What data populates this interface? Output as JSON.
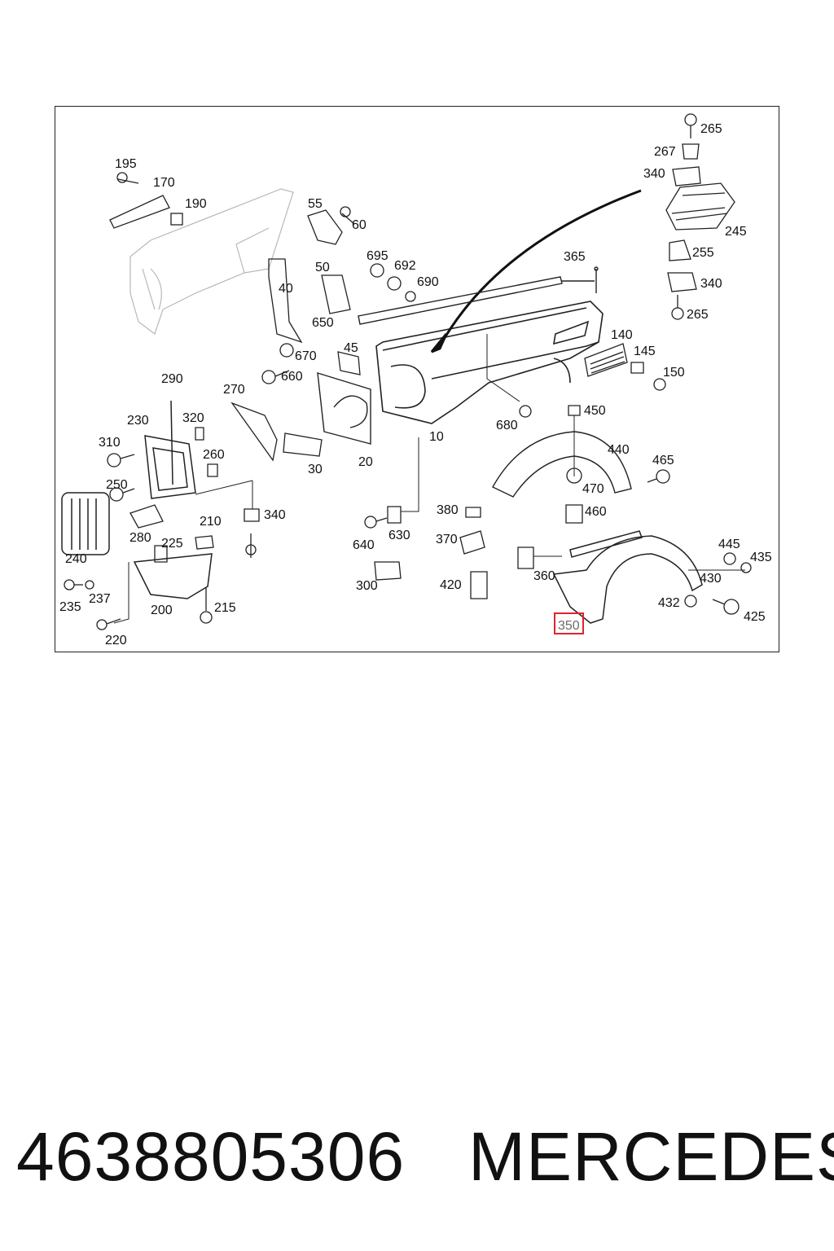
{
  "diagram": {
    "labels": [
      "265",
      "267",
      "340",
      "245",
      "255",
      "340",
      "265",
      "195",
      "170",
      "190",
      "55",
      "60",
      "695",
      "692",
      "690",
      "365",
      "50",
      "40",
      "650",
      "140",
      "145",
      "150",
      "45",
      "670",
      "660",
      "290",
      "270",
      "230",
      "320",
      "260",
      "310",
      "250",
      "340",
      "280",
      "225",
      "210",
      "240",
      "235",
      "237",
      "200",
      "215",
      "220",
      "10",
      "30",
      "20",
      "450",
      "680",
      "440",
      "465",
      "470",
      "460",
      "380",
      "640",
      "630",
      "370",
      "300",
      "420",
      "360",
      "445",
      "435",
      "430",
      "432",
      "425",
      "350"
    ],
    "highlighted_label": "350"
  },
  "footer": {
    "part_number": "4638805306",
    "brand": "MERCEDES"
  },
  "colors": {
    "highlight": "#e0232b",
    "line": "#222222",
    "ghost": "#b8b8b8"
  }
}
